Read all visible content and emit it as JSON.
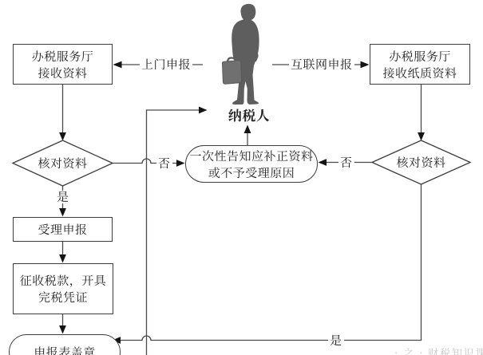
{
  "diagram": {
    "actor": {
      "name": "纳税人",
      "icon": "taxpayer-silhouette"
    },
    "nodes": {
      "hall_left": {
        "type": "process",
        "line1": "办税服务厅",
        "line2": "接收资料"
      },
      "hall_right": {
        "type": "process",
        "line1": "办税服务厅",
        "line2": "接收纸质资料"
      },
      "check_left": {
        "type": "decision",
        "label": "核对资料"
      },
      "check_right": {
        "type": "decision",
        "label": "核对资料"
      },
      "notify": {
        "type": "terminator",
        "line1": "一次性告知应补正资料",
        "line2": "或不予受理原因"
      },
      "accept": {
        "type": "process",
        "label": "受理申报"
      },
      "collect": {
        "type": "process",
        "line1": "征收税款，开具",
        "line2": "完税凭证"
      },
      "stamp": {
        "type": "terminator",
        "label": "申报表盖章"
      }
    },
    "edge_labels": {
      "walk_in": "上门申报",
      "internet": "互联网申报",
      "no_left": "否",
      "no_right": "否",
      "yes_left": "是",
      "yes_bottom": "是"
    }
  },
  "watermark": "· 之 · 财税知识课堂",
  "colors": {
    "background": "#ffffff",
    "line": "#4a4a4a",
    "border": "#3d3d3d",
    "arrow": "#141414",
    "text": "#1f1f1f",
    "figure": "#5e5e5e",
    "briefcase": "#707070",
    "watermark": "#c3c3c3"
  }
}
